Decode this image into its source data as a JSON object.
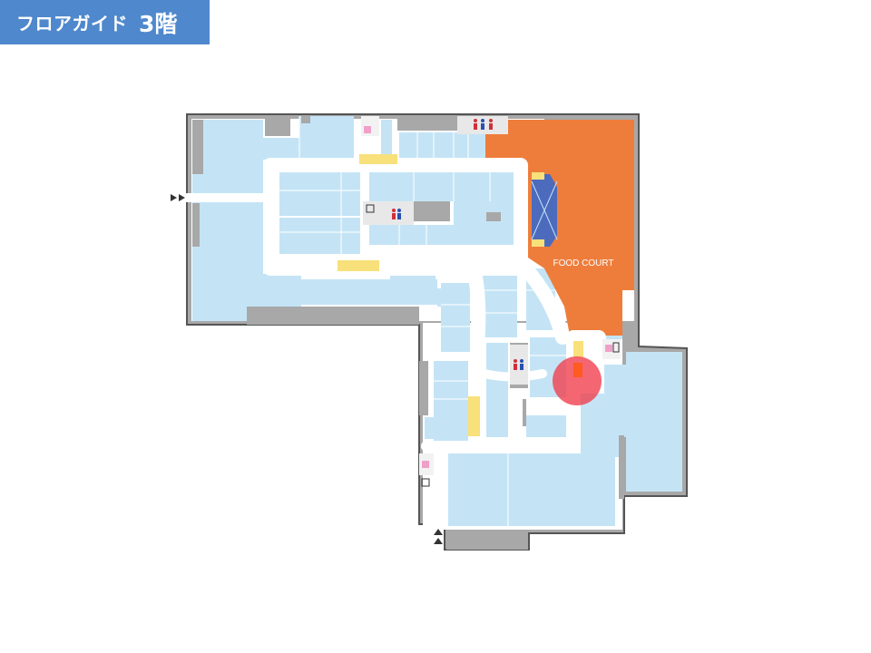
{
  "header": {
    "title": "フロアガイド",
    "floor": "3階"
  },
  "map": {
    "food_court_label": "FOOD COURT",
    "colors": {
      "shop": "#c4e4f6",
      "service": "#a8a8a8",
      "food_court": "#ee7d3c",
      "escalator": "#f8e07a",
      "current_location": "#f0404f",
      "elevator": "#4d6bbd",
      "outline": "#555555"
    },
    "icons": [
      "escalator-icon",
      "restroom-icon",
      "baby-room-icon",
      "elevator-icon",
      "entrance-arrow-icon",
      "current-location-marker"
    ]
  }
}
